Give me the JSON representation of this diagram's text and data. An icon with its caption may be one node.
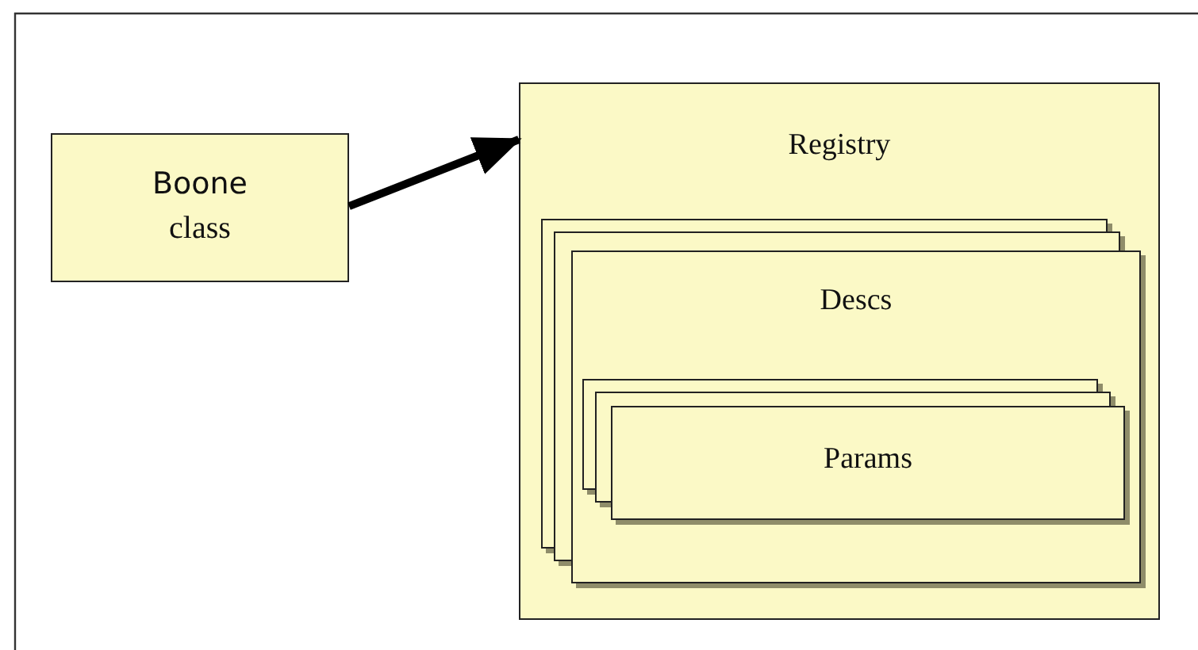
{
  "diagram": {
    "nodes": [
      {
        "text": [
          "Boone",
          "class"
        ]
      },
      {
        "text": [
          "Registry"
        ]
      },
      {
        "text": [
          "Descs"
        ],
        "in": 1
      },
      {
        "text": [
          "Params"
        ],
        "in": 2
      }
    ],
    "edges": [
      {
        "from": 0,
        "to": 1,
        "arrow": "to"
      }
    ]
  }
}
